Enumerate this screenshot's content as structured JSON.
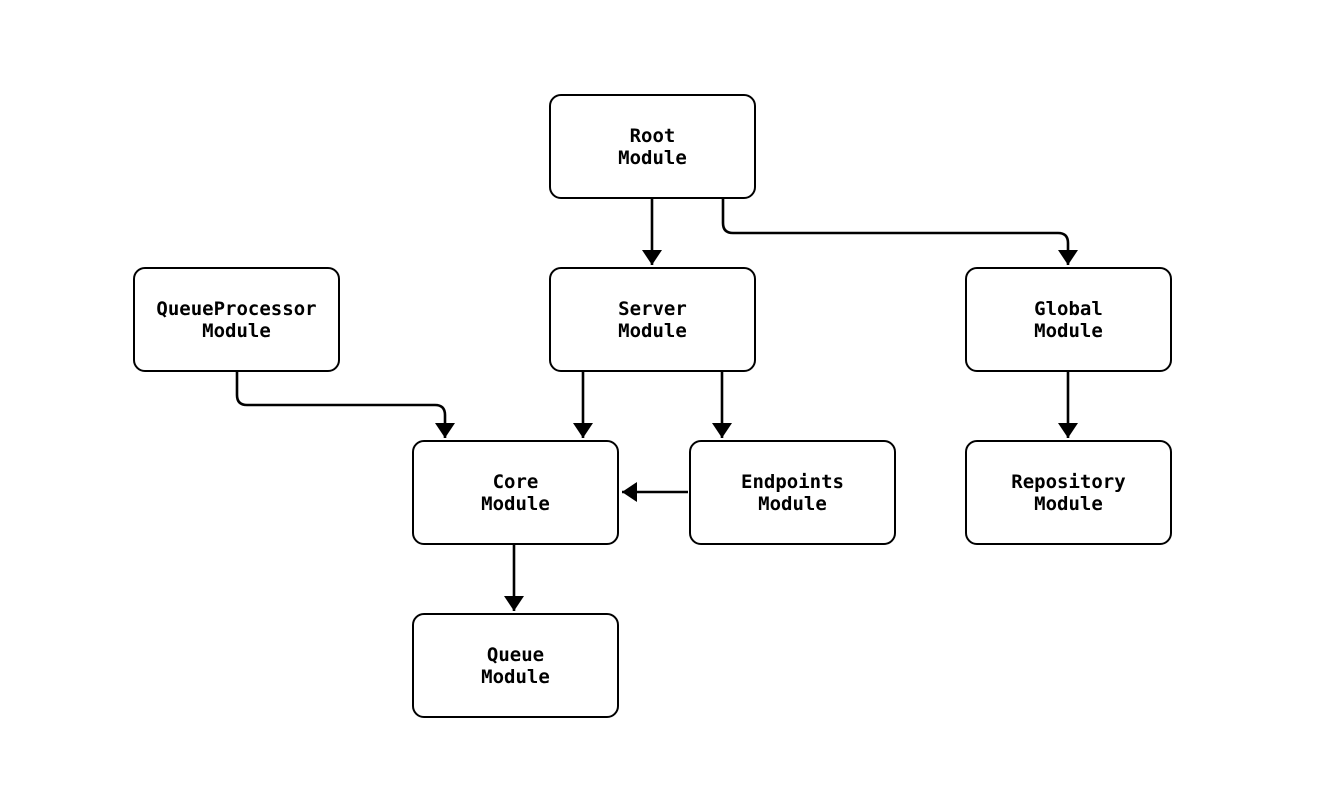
{
  "diagram": {
    "type": "flowchart",
    "direction": "top-down",
    "background_color": "#ffffff",
    "node_fill_color": "#ffffff",
    "node_border_color": "#000000",
    "edge_color": "#000000",
    "text_color": "#000000",
    "nodes": [
      {
        "id": "root",
        "label": "Root\nModule"
      },
      {
        "id": "queueprocessor",
        "label": "QueueProcessor\nModule"
      },
      {
        "id": "server",
        "label": "Server\nModule"
      },
      {
        "id": "global",
        "label": "Global\nModule"
      },
      {
        "id": "core",
        "label": "Core\nModule"
      },
      {
        "id": "endpoints",
        "label": "Endpoints\nModule"
      },
      {
        "id": "repository",
        "label": "Repository\nModule"
      },
      {
        "id": "queue",
        "label": "Queue\nModule"
      }
    ],
    "edges": [
      {
        "from": "Root Module",
        "to": "Server Module"
      },
      {
        "from": "Root Module",
        "to": "Global Module"
      },
      {
        "from": "QueueProcessor Module",
        "to": "Core Module"
      },
      {
        "from": "Server Module",
        "to": "Core Module"
      },
      {
        "from": "Server Module",
        "to": "Endpoints Module"
      },
      {
        "from": "Endpoints Module",
        "to": "Core Module"
      },
      {
        "from": "Global Module",
        "to": "Repository Module"
      },
      {
        "from": "Core Module",
        "to": "Queue Module"
      }
    ]
  }
}
